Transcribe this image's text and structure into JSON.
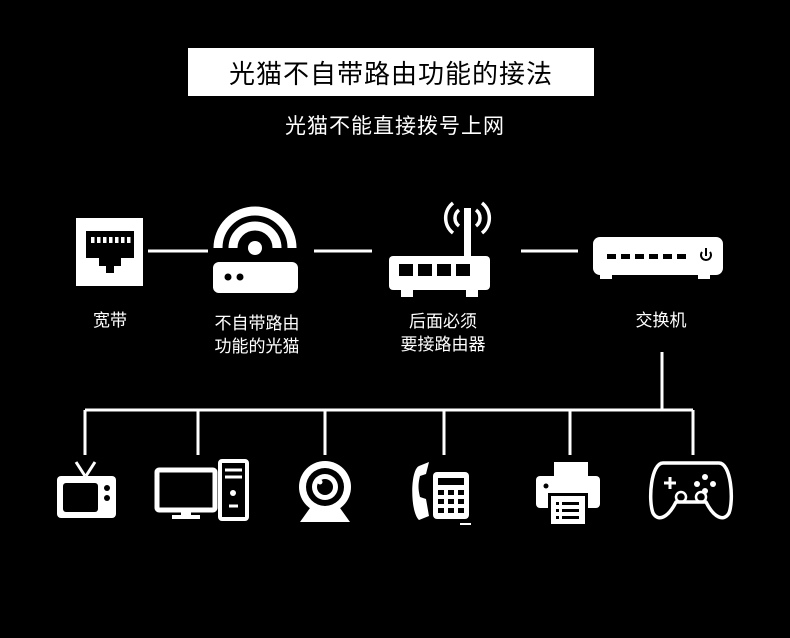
{
  "title": "光猫不自带路由功能的接法",
  "subtitle": "光猫不能直接拨号上网",
  "nodes": {
    "broadband": {
      "line1": "宽带",
      "line2": "",
      "icon": "ethernet-port-icon"
    },
    "modem": {
      "line1": "不自带路由",
      "line2": "功能的光猫",
      "icon": "modem-icon"
    },
    "router": {
      "line1": "后面必须",
      "line2": "要接路由器",
      "icon": "router-icon"
    },
    "switch": {
      "line1": "交换机",
      "line2": "",
      "icon": "switch-icon"
    }
  },
  "devices": [
    {
      "icon": "tv-icon"
    },
    {
      "icon": "desktop-computer-icon"
    },
    {
      "icon": "webcam-icon"
    },
    {
      "icon": "telephone-icon"
    },
    {
      "icon": "printer-icon"
    },
    {
      "icon": "gamepad-icon"
    }
  ],
  "colors": {
    "background": "#000000",
    "foreground": "#ffffff"
  }
}
